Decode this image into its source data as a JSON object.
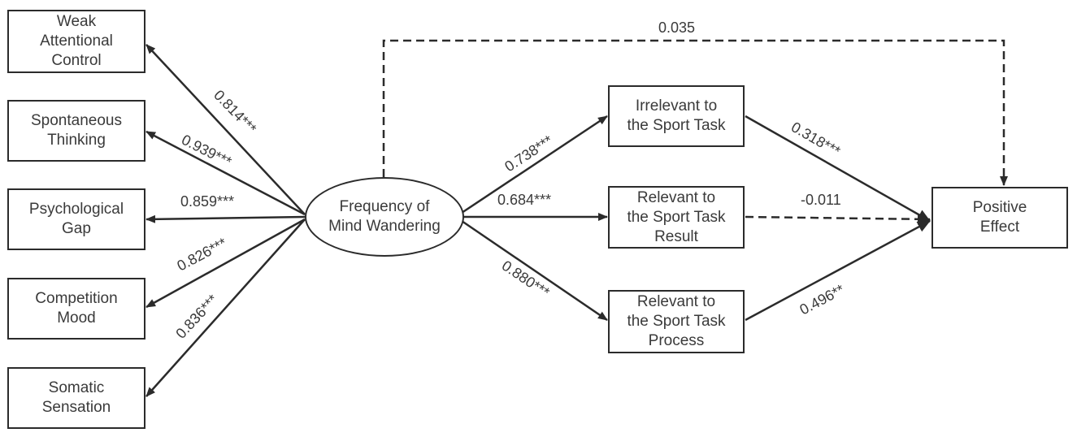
{
  "nodes": {
    "weak_attentional_control": "Weak\nAttentional\nControl",
    "spontaneous_thinking": "Spontaneous\nThinking",
    "psychological_gap": "Psychological\nGap",
    "competition_mood": "Competition\nMood",
    "somatic_sensation": "Somatic\nSensation",
    "frequency_mind_wandering": "Frequency of\nMind Wandering",
    "irrelevant_sport_task": "Irrelevant to\nthe Sport Task",
    "relevant_task_result": "Relevant to\nthe Sport Task\nResult",
    "relevant_task_process": "Relevant to\nthe Sport Task\nProcess",
    "positive_effect": "Positive\nEffect"
  },
  "paths": {
    "to_weak_attentional_control": "0.814***",
    "to_spontaneous_thinking": "0.939***",
    "to_psychological_gap": "0.859***",
    "to_competition_mood": "0.826***",
    "to_somatic_sensation": "0.836***",
    "to_irrelevant": "0.738***",
    "to_relevant_result": "0.684***",
    "to_relevant_process": "0.880***",
    "irrelevant_to_positive": "0.318***",
    "result_to_positive": "-0.011",
    "process_to_positive": "0.496**",
    "direct_to_positive": "0.035"
  },
  "colors": {
    "line": "#2b2b2b",
    "text": "#3a3a3a"
  }
}
